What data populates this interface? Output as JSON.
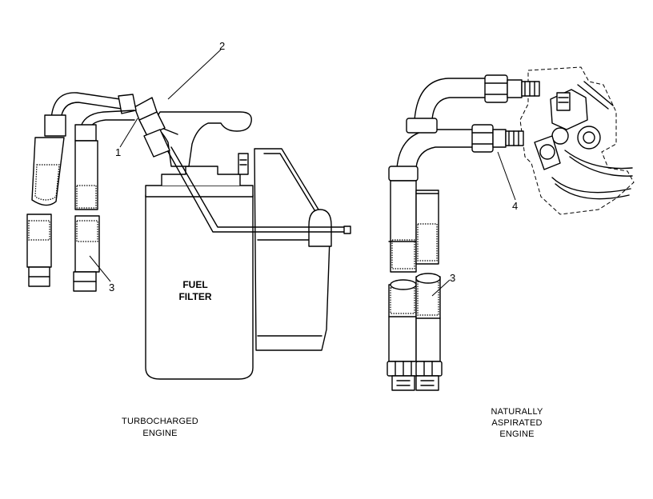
{
  "labels": {
    "fuel_filter_line1": "FUEL",
    "fuel_filter_line2": "FILTER",
    "turbo_line1": "TURBOCHARGED",
    "turbo_line2": "ENGINE",
    "na_line1": "NATURALLY",
    "na_line2": "ASPIRATED",
    "na_line3": "ENGINE"
  },
  "callouts": {
    "c1": "1",
    "c2": "2",
    "c3_left": "3",
    "c3_right": "3",
    "c4": "4"
  }
}
